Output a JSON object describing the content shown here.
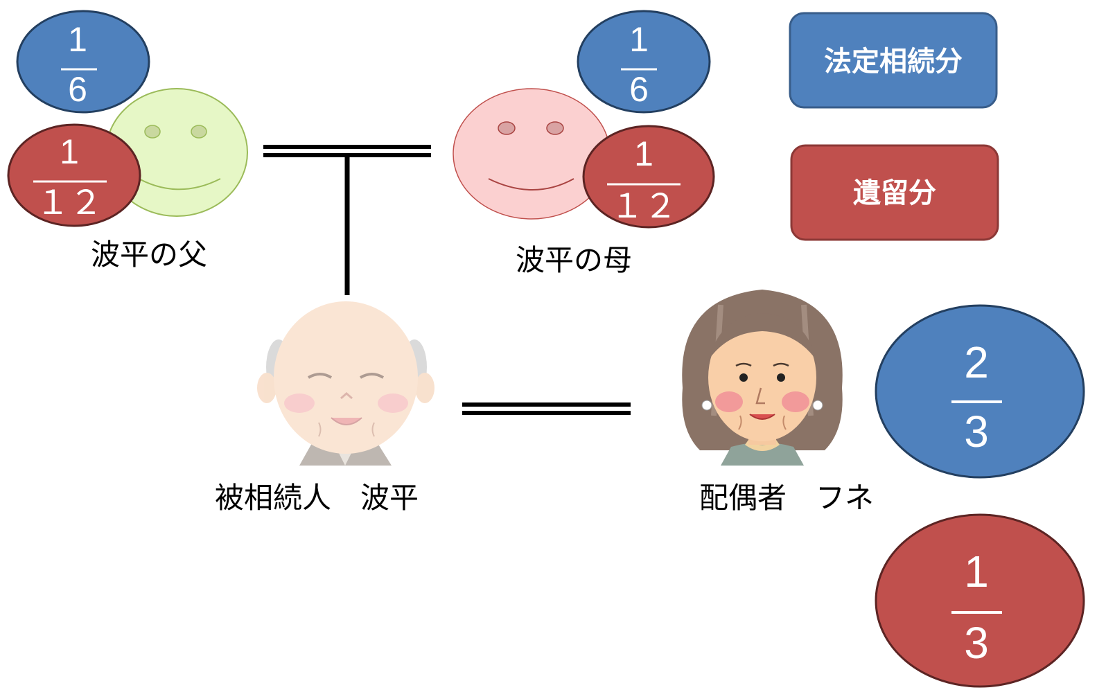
{
  "colors": {
    "legal_share": "#4f81bd",
    "reserved_share": "#c0504d",
    "legal_share_border": "#385d8a",
    "reserved_share_border": "#8c3836"
  },
  "legend": {
    "legal_share_label": "法定相続分",
    "reserved_share_label": "遺留分"
  },
  "people": {
    "father": {
      "label": "波平の父",
      "legal": {
        "num": "1",
        "den": "6"
      },
      "reserved": {
        "num": "1",
        "den": "１２"
      }
    },
    "mother": {
      "label": "波平の母",
      "legal": {
        "num": "1",
        "den": "6"
      },
      "reserved": {
        "num": "1",
        "den": "１２"
      }
    },
    "deceased": {
      "label": "被相続人　波平"
    },
    "spouse": {
      "label": "配偶者　フネ",
      "legal": {
        "num": "2",
        "den": "3"
      },
      "reserved": {
        "num": "1",
        "den": "3"
      }
    }
  },
  "icons": {
    "father": "smiley-face-icon",
    "mother": "smiley-face-icon",
    "deceased": "elderly-man-icon",
    "spouse": "elderly-woman-icon"
  }
}
